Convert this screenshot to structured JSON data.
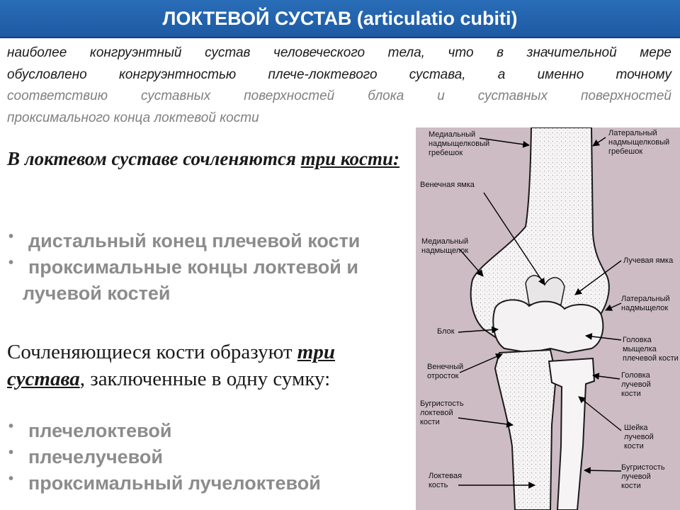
{
  "header": {
    "title": "ЛОКТЕВОЙ СУСТАВ (articulatio cubiti)"
  },
  "intro": {
    "line1": "наиболее конгруэнтный сустав человеческого тела, что в значительной мере",
    "line2": "обусловлено конгруэнтностью плече-локтевого сустава, а именно точному",
    "line3": "соответствию суставных поверхностей блока и суставных поверхностей",
    "line4": "проксимального конца локтевой кости"
  },
  "section1": {
    "prefix": "В локтевом суставе сочленяются ",
    "emph": "три кости:",
    "bullets": [
      {
        "text": "дистальный конец плечевой кости",
        "cont": ""
      },
      {
        "text": "проксимальные концы локтевой и",
        "cont": "лучевой костей"
      }
    ]
  },
  "section2": {
    "prefix": "Сочленяющиеся кости образуют ",
    "emph": "три сустава",
    "suffix": ", заключенные в одну сумку:",
    "bullets": [
      {
        "text": "плечелоктевой"
      },
      {
        "text": "плечелучевой"
      },
      {
        "text": "проксимальный лучелоктевой"
      }
    ]
  },
  "bullet_char": "•",
  "figure": {
    "labels": {
      "medial_crest": "Медиальный\nнадмыщелковый\nгребешок",
      "lateral_crest": "Латеральный\nнадмыщелковый\nгребешок",
      "coronoid_fossa": "Венечная ямка",
      "medial_epicondyle": "Медиальный\nнадмыщелок",
      "radial_fossa": "Лучевая ямка",
      "lateral_epicondyle": "Латеральный\nнадмыщелок",
      "trochlea": "Блок",
      "capitulum": "Головка\nмыщелка\nплечевой кости",
      "coronoid_process": "Венечный\nотросток",
      "radius_head": "Головка\nлучевой\nкости",
      "ulna_tuberosity": "Бугристость\nлоктевой\nкости",
      "radius_neck": "Шейка\nлучевой\nкости",
      "ulna": "Локтевая\nкость",
      "radius_tuberosity": "Бугристость\nлучевой\nкости"
    }
  },
  "colors": {
    "header_bg": "#1d5aa3",
    "figure_bg": "#cdbcc4",
    "bullet_text": "#8c8c8c"
  }
}
